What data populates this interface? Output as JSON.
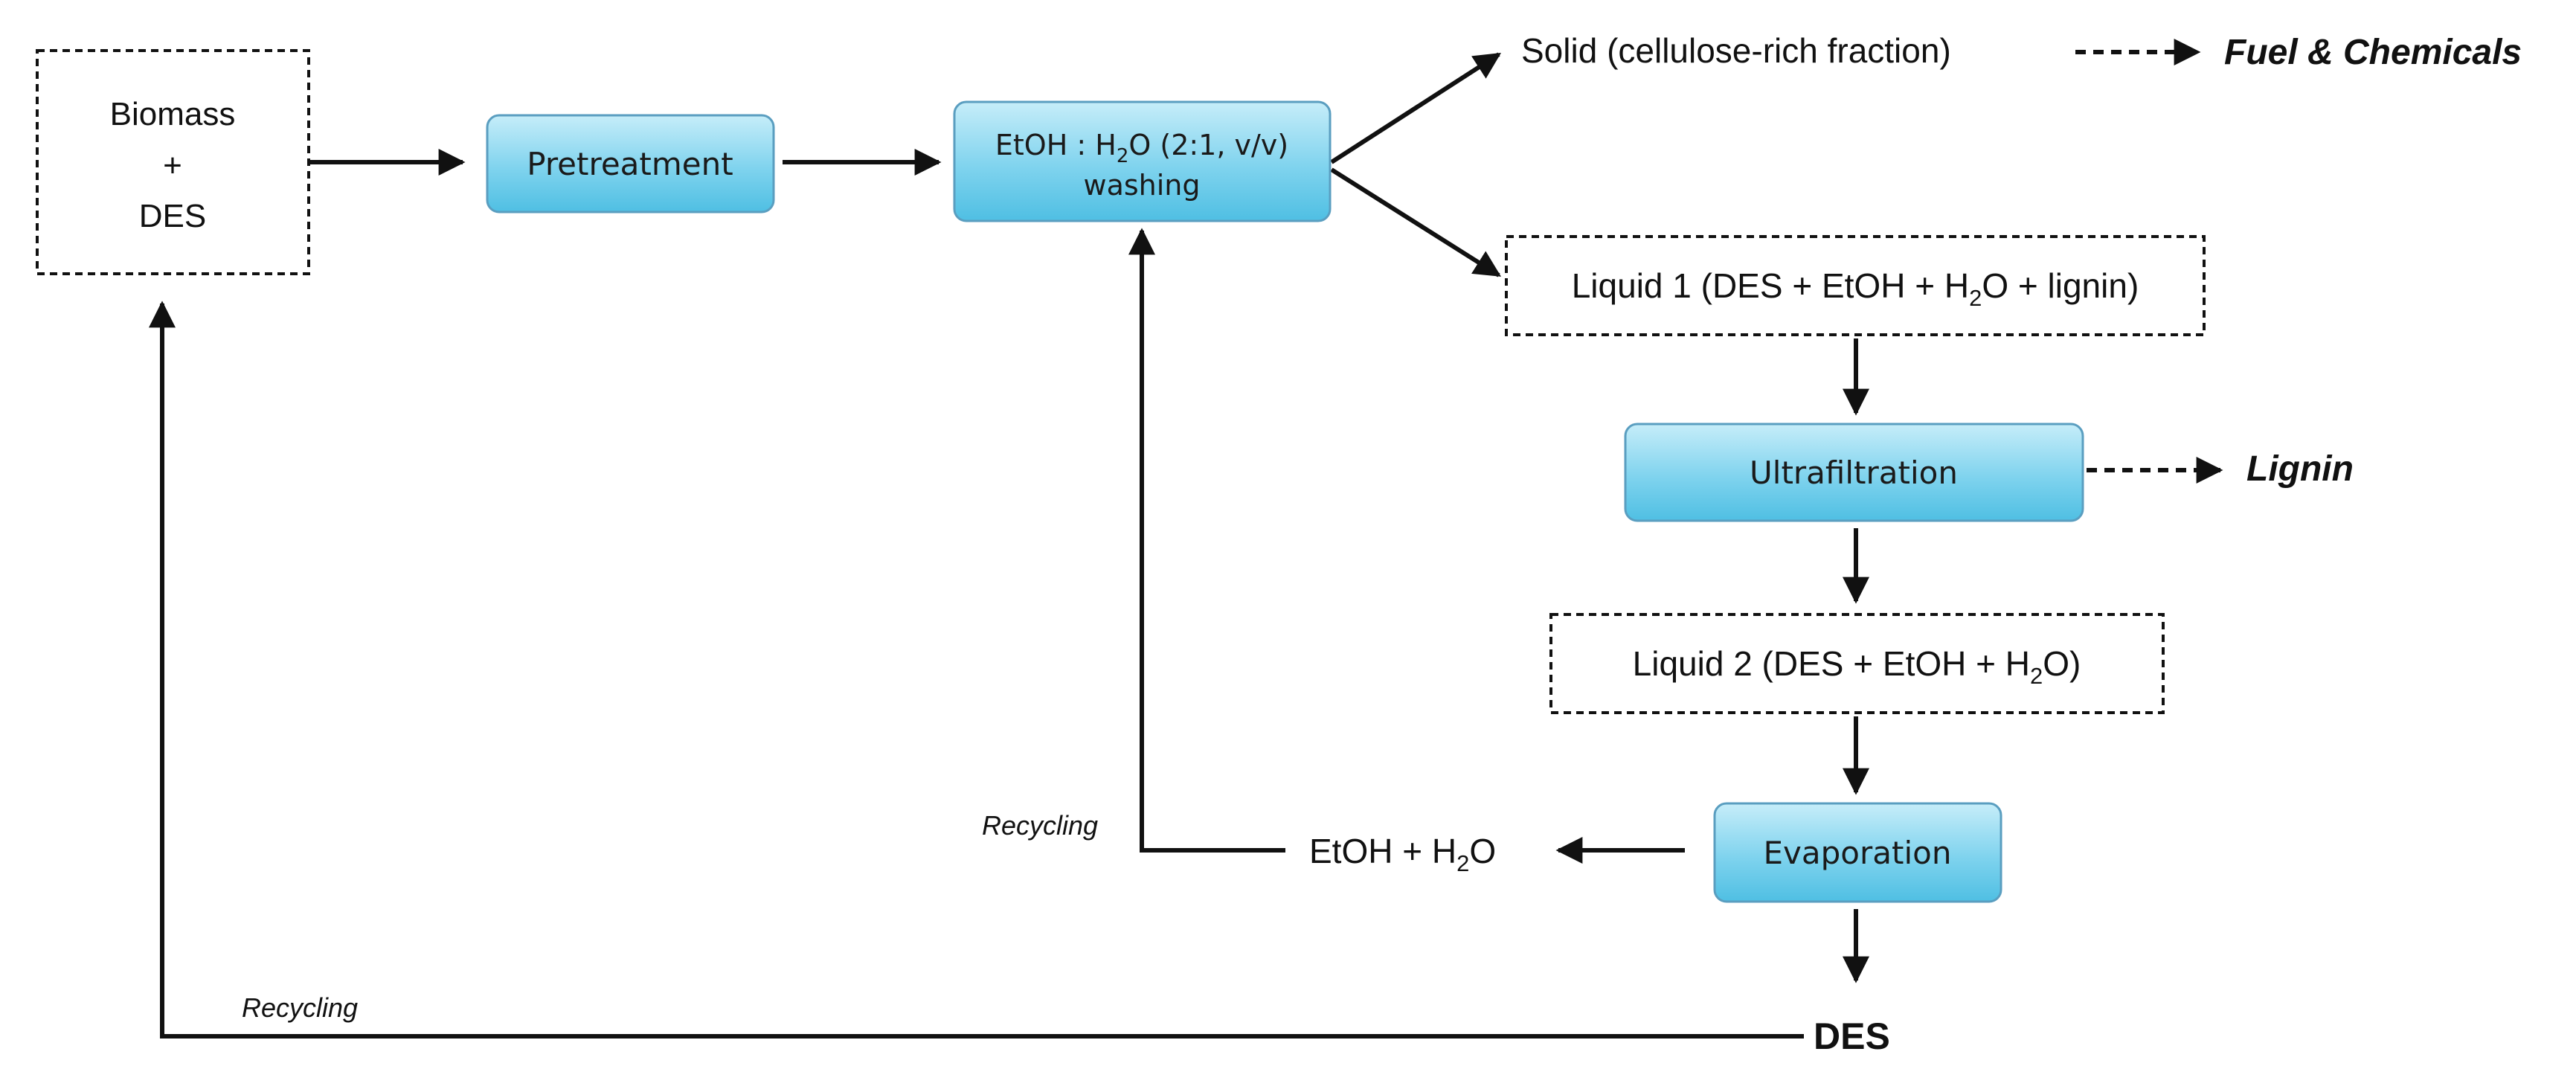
{
  "nodes": {
    "biomass_des": {
      "line1": "Biomass",
      "line2": "+",
      "line3": "DES"
    },
    "pretreatment": "Pretreatment",
    "washing": {
      "line1_pre": "EtOH : H",
      "line1_sub": "2",
      "line1_post": "O (2:1, v/v)",
      "line2": "washing"
    },
    "solid": "Solid (cellulose-rich fraction)",
    "fuel_chemicals": "Fuel & Chemicals",
    "liquid1": {
      "pre": "Liquid 1 (DES + EtOH + H",
      "sub": "2",
      "post": "O + lignin)"
    },
    "ultrafiltration": "Ultrafiltration",
    "lignin": "Lignin",
    "liquid2": {
      "pre": "Liquid 2 (DES + EtOH + H",
      "sub": "2",
      "post": "O)"
    },
    "evaporation": "Evaporation",
    "etoh_h2o": {
      "pre": "EtOH + H",
      "sub": "2",
      "post": "O"
    },
    "des_out": "DES"
  },
  "edge_labels": {
    "recycling_etoh": "Recycling",
    "recycling_des": "Recycling"
  },
  "colors": {
    "process_fill_top": "#c3ecf8",
    "process_fill_bottom": "#56c4e6",
    "process_stroke": "#5a9ec0",
    "line": "#111111"
  }
}
